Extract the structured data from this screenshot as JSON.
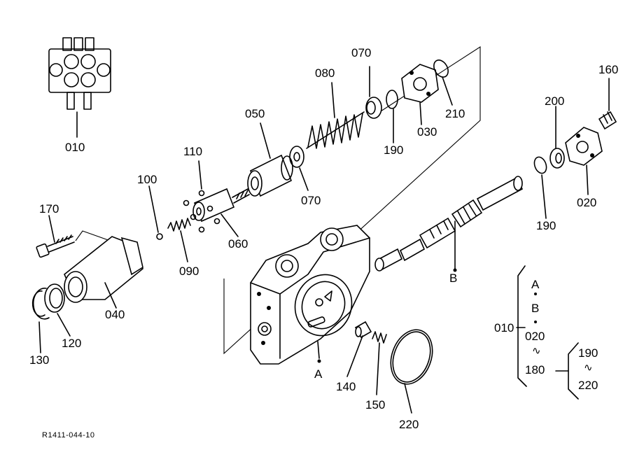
{
  "labels": {
    "p010_top": "010",
    "p070_top": "070",
    "p080": "080",
    "p050": "050",
    "p110": "110",
    "p100": "100",
    "p210": "210",
    "p030": "030",
    "p190_top": "190",
    "p070_mid": "070",
    "p160": "160",
    "p200": "200",
    "p020": "020",
    "p190_right": "190",
    "p170": "170",
    "p060": "060",
    "p090": "090",
    "p040": "040",
    "p120": "120",
    "p130": "130",
    "p140": "140",
    "p150": "150",
    "p220": "220",
    "marker_a": "A",
    "marker_b": "B"
  },
  "legend": {
    "a": "A",
    "b": "B",
    "from": "020",
    "tilde1": "∿",
    "to": "180",
    "root": "010",
    "sub_from": "190",
    "tilde2": "∿",
    "sub_to": "220"
  },
  "drawing_code": "R1411-044-10"
}
